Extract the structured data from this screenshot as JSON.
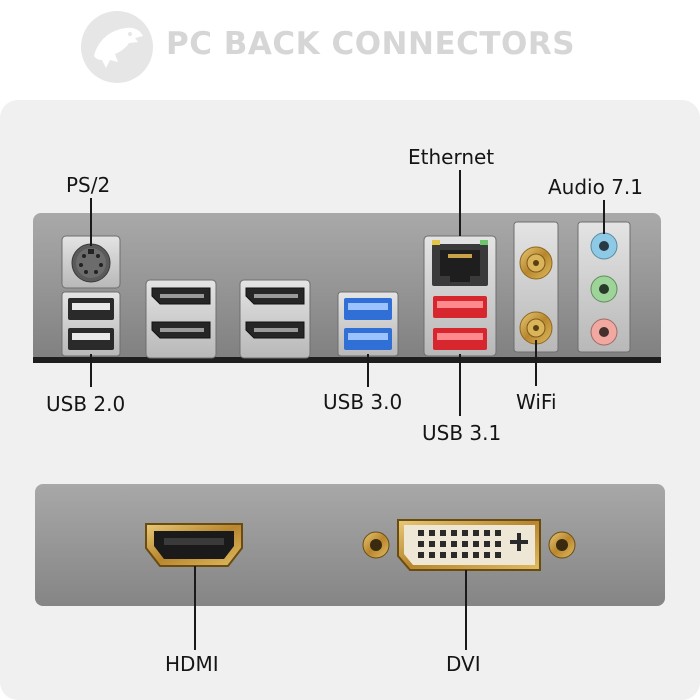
{
  "header": {
    "title": "PC BACK CONNECTORS",
    "logo_icon": "dinosaur-logo-icon"
  },
  "labels": {
    "ps2": "PS/2",
    "ethernet": "Ethernet",
    "audio": "Audio 7.1",
    "usb20": "USB 2.0",
    "usb30": "USB 3.0",
    "usb31": "USB 3.1",
    "wifi": "WiFi",
    "hdmi": "HDMI",
    "dvi": "DVI"
  },
  "colors": {
    "title": "#d6d6d6",
    "card": "#f0f0f0",
    "usb30_blue": "#2f6fd6",
    "usb31_red": "#d8262e",
    "audio_blue": "#8ecae6",
    "audio_green": "#9ed49a",
    "audio_pink": "#f0a8a0",
    "gold": "#c9a24a"
  }
}
